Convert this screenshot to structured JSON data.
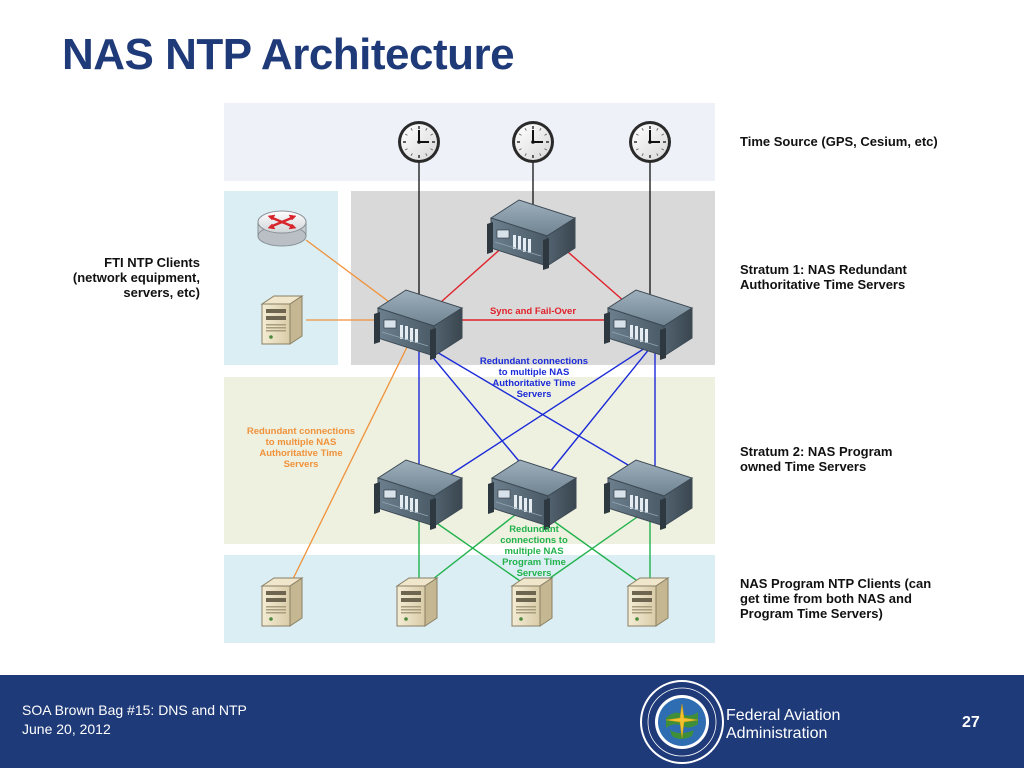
{
  "slide": {
    "title": "NAS NTP Architecture",
    "page_number": "27"
  },
  "footer": {
    "event": "SOA Brown Bag #15: DNS and NTP",
    "date": "June 20, 2012",
    "org_line1": "Federal Aviation",
    "org_line2": "Administration"
  },
  "diagram": {
    "tiers": {
      "time_source": "Time Source (GPS, Cesium, etc)",
      "stratum1": "Stratum 1: NAS Redundant\nAuthoritative Time Servers",
      "stratum2": "Stratum 2: NAS Program\nowned Time Servers",
      "clients": "NAS Program NTP Clients (can\nget time from both NAS and\nProgram Time Servers)"
    },
    "fti_clients_label": "FTI NTP Clients\n(network equipment,\nservers, etc)",
    "notes": {
      "sync_failover": "Sync and Fail-Over",
      "redundant_blue": "Redundant connections\nto multiple NAS\nAuthoritative Time\nServers",
      "redundant_orange": "Redundant connections\nto multiple NAS\nAuthoritative Time\nServers",
      "redundant_green": "Redundant\nconnections to\nmultiple NAS\nProgram Time\nServers"
    },
    "colors": {
      "time_source_band": "#eef1f7",
      "stratum1_band": "#d9d9d9",
      "fti_band": "#daeef3",
      "stratum2_band": "#eef0e0",
      "clients_band": "#daeef3",
      "red_link": "#e0222a",
      "blue_link": "#1b2bd8",
      "orange_link": "#f0923a",
      "green_link": "#22b24c",
      "black_link": "#111111"
    }
  }
}
